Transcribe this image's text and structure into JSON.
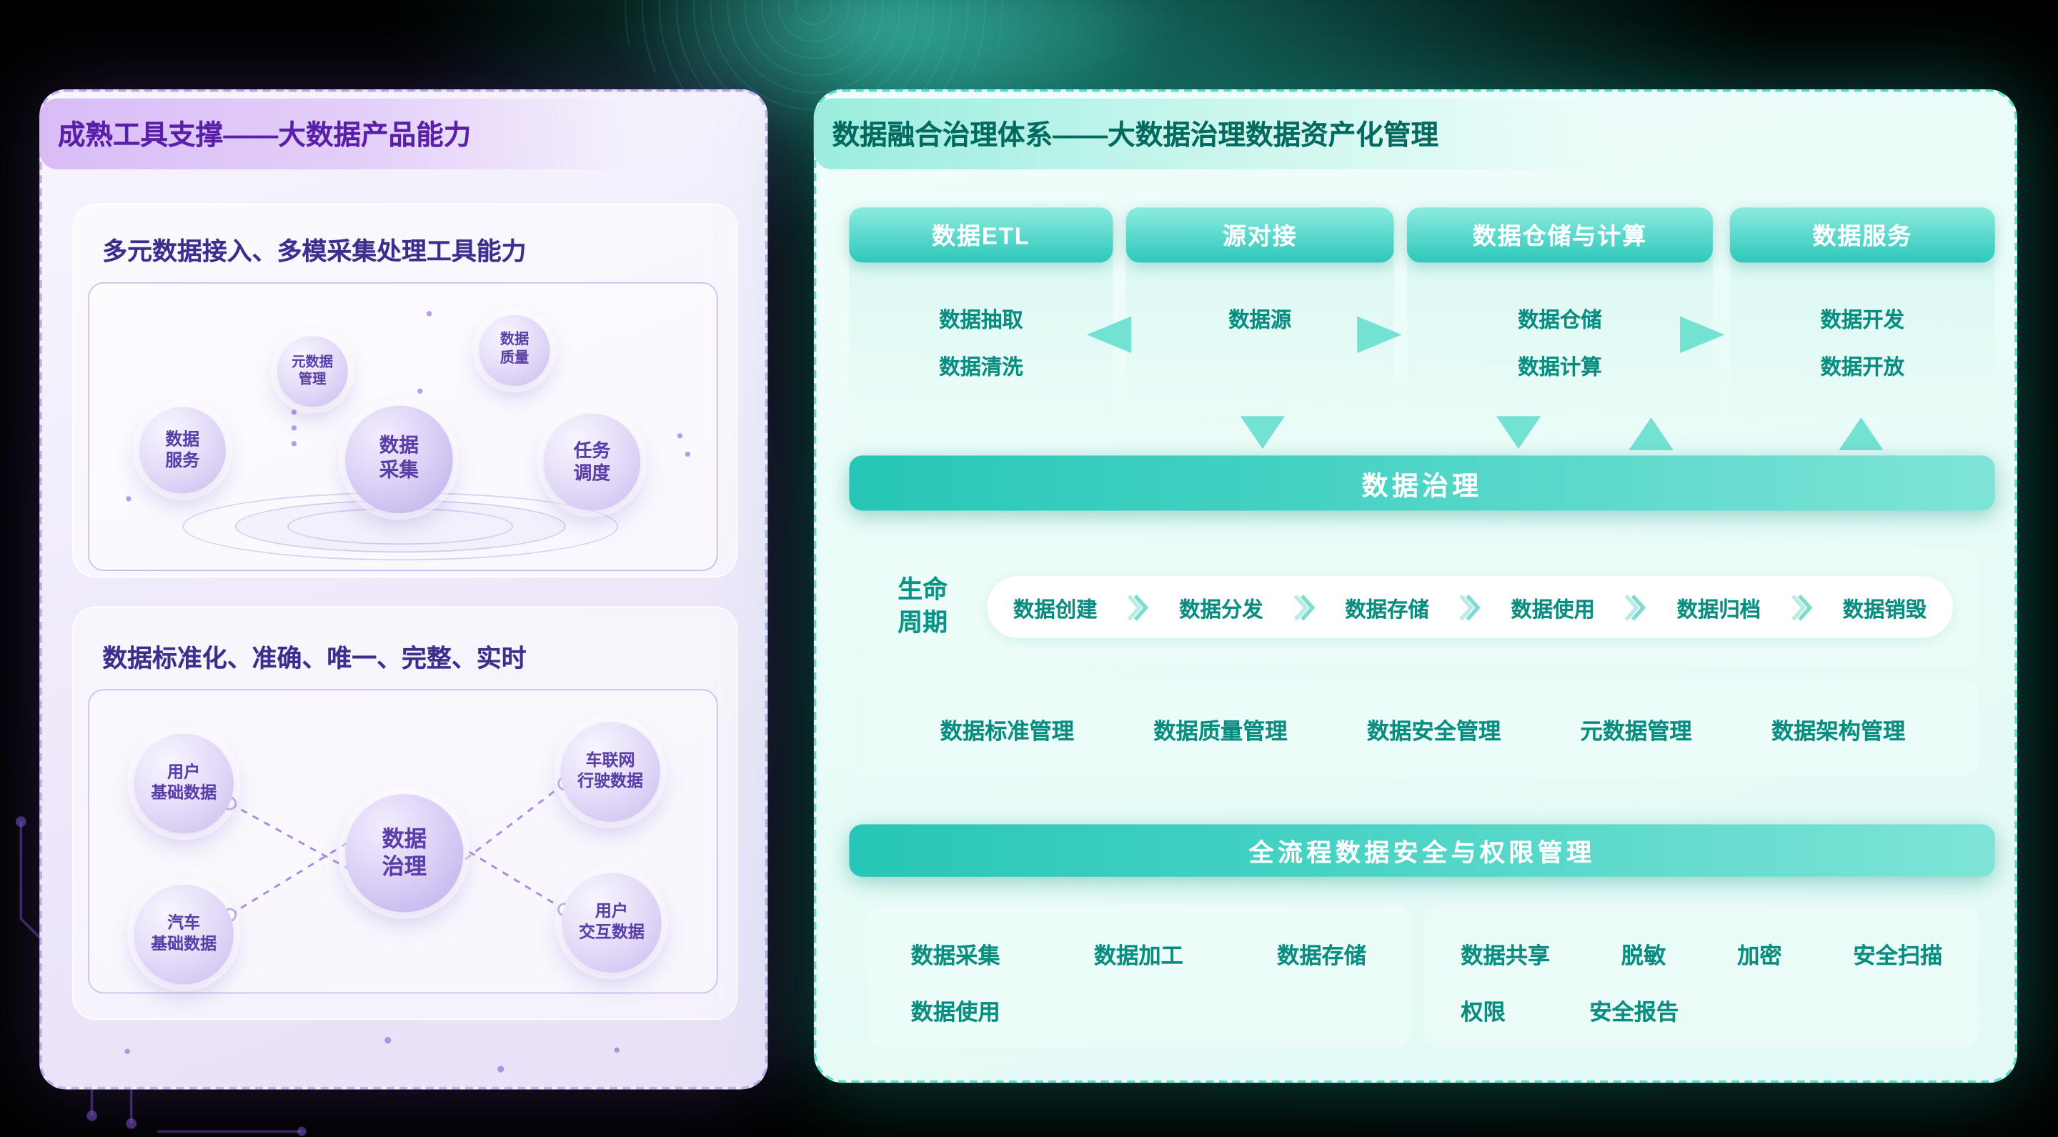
{
  "left": {
    "title": "成熟工具支撑——大数据产品能力",
    "section1": {
      "title": "多元数据接入、多模采集处理工具能力",
      "bubbles": {
        "metadata": "元数据\n管理",
        "quality": "数据\n质量",
        "service": "数据\n服务",
        "collection": "数据\n采集",
        "scheduling": "任务\n调度"
      }
    },
    "section2": {
      "title": "数据标准化、准确、唯一、完整、实时",
      "center": "数据\n治理",
      "nodes": {
        "user_base": "用户\n基础数据",
        "vehicle_net": "车联网\n行驶数据",
        "car_base": "汽车\n基础数据",
        "user_interact": "用户\n交互数据"
      }
    }
  },
  "right": {
    "title": "数据融合治理体系——大数据治理数据资产化管理",
    "columns": [
      {
        "header": "数据ETL",
        "items": [
          "数据抽取",
          "数据清洗"
        ]
      },
      {
        "header": "源对接",
        "items": [
          "数据源"
        ]
      },
      {
        "header": "数据仓储与计算",
        "items": [
          "数据仓储",
          "数据计算"
        ]
      },
      {
        "header": "数据服务",
        "items": [
          "数据开发",
          "数据开放"
        ]
      }
    ],
    "governance_bar": "数据治理",
    "lifecycle": {
      "label": "生命\n周期",
      "steps": [
        "数据创建",
        "数据分发",
        "数据存储",
        "数据使用",
        "数据归档",
        "数据销毁"
      ]
    },
    "management_items": [
      "数据标准管理",
      "数据质量管理",
      "数据安全管理",
      "元数据管理",
      "数据架构管理"
    ],
    "security_bar": "全流程数据安全与权限管理",
    "process_items": [
      "数据采集",
      "数据加工",
      "数据存储",
      "数据使用"
    ],
    "security_items": [
      "数据共享",
      "脱敏",
      "加密",
      "安全扫描",
      "权限",
      "安全报告"
    ]
  },
  "colors": {
    "background": "#000000",
    "purple_accent": "#5a1fa8",
    "purple_bubble_text": "#5b3fa8",
    "teal_accent": "#2dc8ba",
    "teal_text": "#0a8d81",
    "bar_text": "#ffffff"
  }
}
